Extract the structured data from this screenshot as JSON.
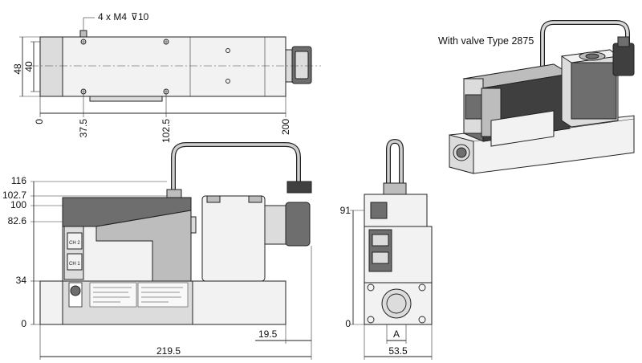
{
  "caption": "With valve Type 2875",
  "top_view": {
    "screw_label": "4 x M4",
    "depth_value": "10",
    "height_outer": "48",
    "height_inner": "40",
    "x_ticks": [
      "0",
      "37.5",
      "102.5",
      "200"
    ]
  },
  "front_view": {
    "y_ticks": [
      "116",
      "102.7",
      "100",
      "82.6",
      "34",
      "0"
    ],
    "offset_right": "19.5",
    "total_length": "219.5",
    "label_ch2": "CH 2",
    "label_ch1": "CH 1"
  },
  "side_view": {
    "y_tick": "91",
    "y_zero": "0",
    "port_label": "A",
    "width": "53.5"
  },
  "colors": {
    "line": "#222222",
    "body_light": "#f2f2f2",
    "body_mid": "#bdbdbd",
    "body_dark": "#6e6e6e"
  }
}
